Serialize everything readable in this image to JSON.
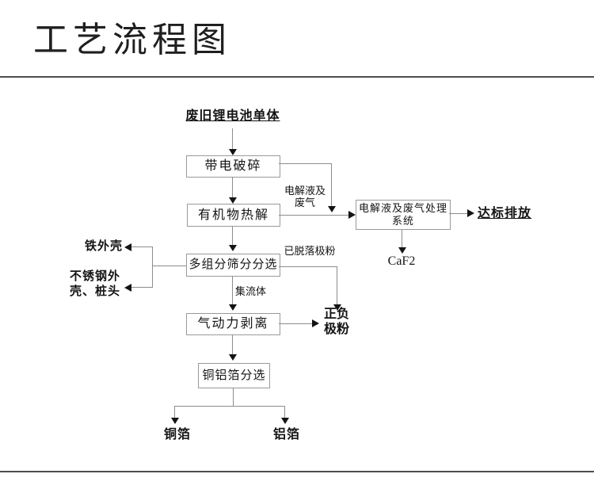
{
  "title": "工艺流程图",
  "flow": {
    "start": "废旧锂电池单体",
    "boxes": {
      "crush": "带电破碎",
      "pyrolysis": "有机物热解",
      "gas_line1": "电解液及废气处理",
      "gas_line2": "系统",
      "sieving": "多组分筛分分选",
      "stripping": "气动力剥离",
      "foil_sorting": "铜铝箔分选"
    },
    "labels": {
      "electrolyte_line1": "电解液及",
      "electrolyte_line2": "废气",
      "detached_powder": "已脱落极粉",
      "current_collector": "集流体"
    },
    "outputs": {
      "discharge": "达标排放",
      "caf2": "CaF2",
      "iron_shell": "铁外壳",
      "stainless_line1": "不锈钢外",
      "stainless_line2": "壳、桩头",
      "powder_line1": "正负",
      "powder_line2": "极粉",
      "copper_foil": "铜箔",
      "aluminum_foil": "铝箔"
    }
  },
  "colors": {
    "line": "#8c8c8c",
    "box_border": "#9a9a9a",
    "arrowhead": "#141414",
    "text": "#141414",
    "divider": "#4d4d4d"
  }
}
